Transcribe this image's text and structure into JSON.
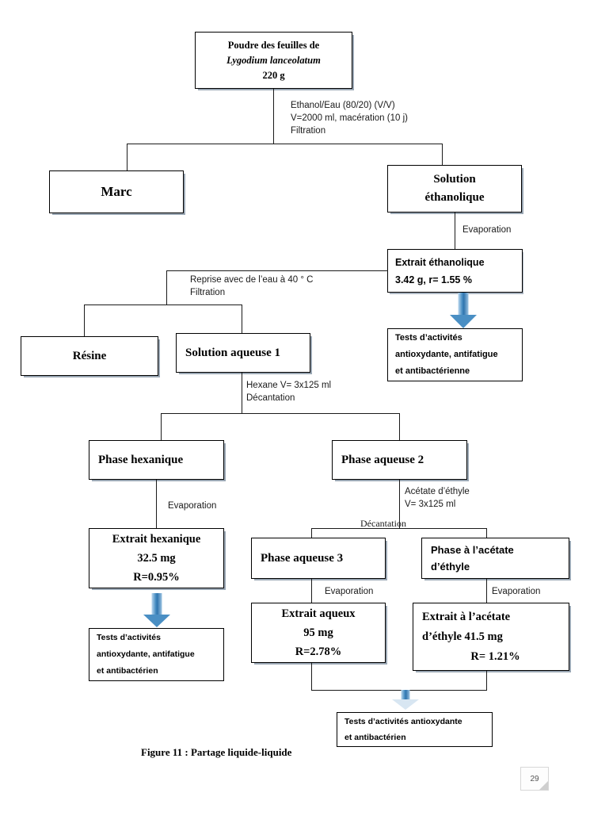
{
  "figure": {
    "caption": "Figure 11 : Partage liquide-liquide",
    "page_number": "29",
    "accent_color": "#4a8fc4",
    "line_color": "#1a1a1a",
    "shadow_color": "#9aa7b4"
  },
  "nodes": {
    "powder": {
      "line1": "Poudre des feuilles de",
      "line2": "Lygodium lanceolatum",
      "line3": "220 g"
    },
    "marc": {
      "label": "Marc"
    },
    "ethanolic_solution": {
      "line1": "Solution",
      "line2": "éthanolique"
    },
    "ethanolic_extract": {
      "line1": "Extrait éthanolique",
      "line2": "3.42 g, r= 1.55 %"
    },
    "tests_ethanolic": {
      "line1": "Tests  d’activités",
      "line2": "antioxydante, antifatigue",
      "line3": "et antibactérienne"
    },
    "resin": {
      "label": "Résine"
    },
    "aqueous_solution_1": {
      "label": "Solution aqueuse 1"
    },
    "hexane_phase": {
      "label": "Phase hexanique"
    },
    "aqueous_phase_2": {
      "label": "Phase aqueuse 2"
    },
    "hexane_extract": {
      "line1": "Extrait hexanique",
      "line2": "32.5 mg",
      "line3": "R=0.95%"
    },
    "tests_hexane": {
      "line1": "Tests d’activités",
      "line2": "antioxydante, antifatigue",
      "line3": "et antibactérien"
    },
    "aqueous_phase_3": {
      "label": "Phase aqueuse 3"
    },
    "ethyl_acetate_phase": {
      "line1": "Phase à l’acétate",
      "line2": "d’éthyle"
    },
    "aqueous_extract": {
      "line1": "Extrait aqueux",
      "line2": "95 mg",
      "line3": "R=2.78%"
    },
    "ethyl_acetate_extract": {
      "line1": "Extrait à l’acétate",
      "line2": "d’éthyle 41.5 mg",
      "line3": "R= 1.21%"
    },
    "tests_final": {
      "line1": "Tests d’activités antioxydante",
      "line2": "et    antibactérien"
    }
  },
  "annotations": {
    "extraction": "Ethanol/Eau (80/20) (V/V)\n V=2000 ml, macération (10 j)\nFiltration",
    "evaporation_1": "Evaporation",
    "water_uptake": "Reprise avec de l’eau à 40 ° C\nFiltration",
    "hexane": "Hexane V= 3x125 ml\nDécantation",
    "evaporation_hexane": "Evaporation",
    "ethyl_acetate": "Acétate d’éthyle\nV= 3x125 ml",
    "decantation": "Décantation",
    "evaporation_aqueous": "Evaporation",
    "evaporation_acetate": "Evaporation"
  }
}
